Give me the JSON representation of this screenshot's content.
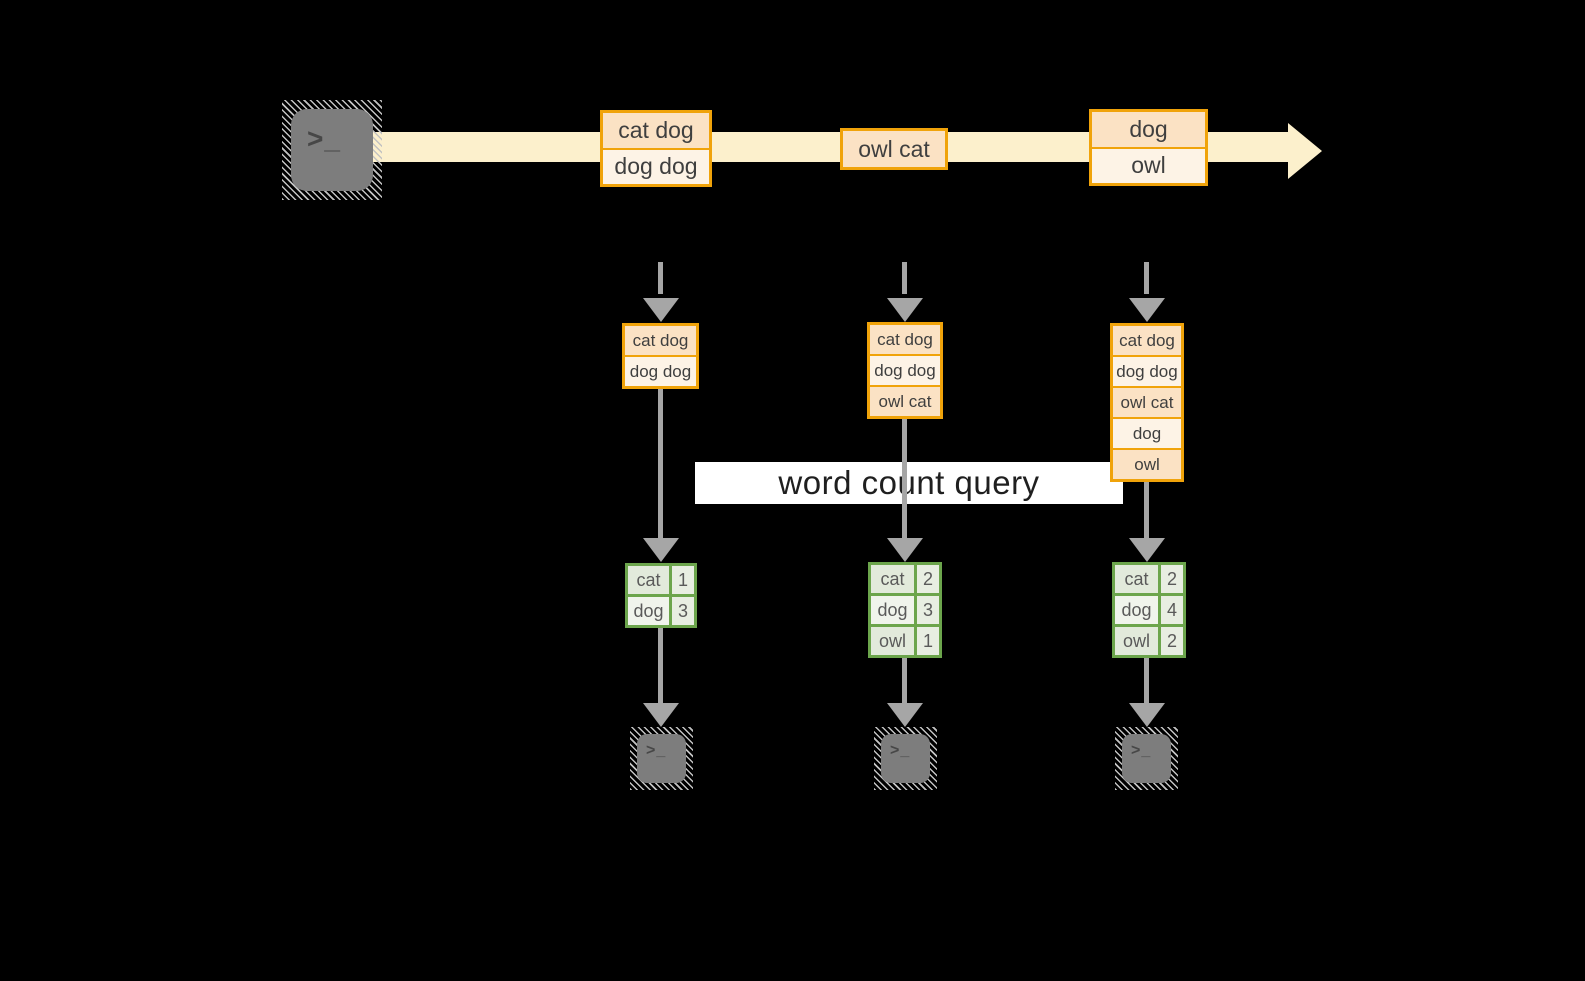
{
  "diagram": {
    "query_label": "word count query",
    "terminal_glyph": ">_",
    "stream": {
      "batches": [
        {
          "records": [
            "cat dog",
            "dog dog"
          ]
        },
        {
          "records": [
            "owl cat"
          ]
        },
        {
          "records": [
            "dog",
            "owl"
          ]
        }
      ]
    },
    "columns": [
      {
        "input_records": [
          "cat dog",
          "dog dog"
        ],
        "counts": [
          [
            "cat",
            "1"
          ],
          [
            "dog",
            "3"
          ]
        ]
      },
      {
        "input_records": [
          "cat dog",
          "dog dog",
          "owl cat"
        ],
        "counts": [
          [
            "cat",
            "2"
          ],
          [
            "dog",
            "3"
          ],
          [
            "owl",
            "1"
          ]
        ]
      },
      {
        "input_records": [
          "cat dog",
          "dog dog",
          "owl cat",
          "dog",
          "owl"
        ],
        "counts": [
          [
            "cat",
            "2"
          ],
          [
            "dog",
            "4"
          ],
          [
            "owl",
            "2"
          ]
        ]
      }
    ],
    "colors": {
      "background": "#000000",
      "stream_band": "#fcf0cc",
      "amber_border": "#f0a30a",
      "record_peach": "#fbe2c4",
      "record_cream": "#fdf3e6",
      "green_border": "#6ca54c",
      "green_cell": "#e2eadb",
      "arrow_gray": "#a6a6a6",
      "terminal_gray": "#7d7d7d",
      "label_bg": "#ffffff"
    }
  }
}
